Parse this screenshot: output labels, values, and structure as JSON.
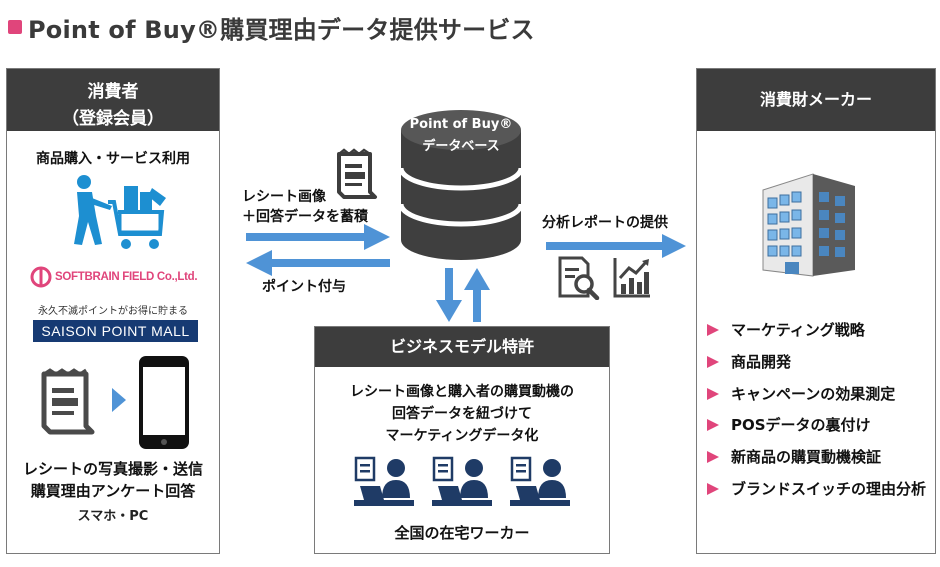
{
  "title": "Point of Buy®購買理由データ提供サービス",
  "consumer": {
    "header_line1": "消費者",
    "header_line2": "（登録会員）",
    "caption": "商品購入・サービス利用",
    "softbrain_logo": "SOFTBRAIN FIELD Co.,Ltd.",
    "softbrain_tagline": "永久不滅ポイントがお得に貯まる",
    "saison_logo": "SAISON POINT MALL",
    "receipt_caption_line1": "レシートの写真撮影・送信",
    "receipt_caption_line2": "購買理由アンケート回答",
    "device_caption": "スマホ・PC"
  },
  "database": {
    "line1": "Point of Buy®",
    "line2": "データベース"
  },
  "flows": {
    "receipt_label_line1": "レシート画像",
    "receipt_label_line2": "＋回答データを蓄積",
    "points_label": "ポイント付与",
    "report_label": "分析レポートの提供"
  },
  "patent": {
    "header": "ビジネスモデル特許",
    "desc_line1": "レシート画像と購入者の購買動機の",
    "desc_line2": "回答データを紐づけて",
    "desc_line3": "マーケティングデータ化",
    "workers_caption": "全国の在宅ワーカー"
  },
  "maker": {
    "header": "消費財メーカー",
    "uses": [
      "マーケティング戦略",
      "商品開発",
      "キャンペーンの効果測定",
      "POSデータの裏付け",
      "新商品の購買動機検証",
      "ブランドスイッチの理由分析"
    ]
  },
  "colors": {
    "accent_pink": "#e0457b",
    "arrow_blue": "#4f93d6",
    "dark_header": "#3d3d3d",
    "icon_navy": "#1f3b66"
  }
}
